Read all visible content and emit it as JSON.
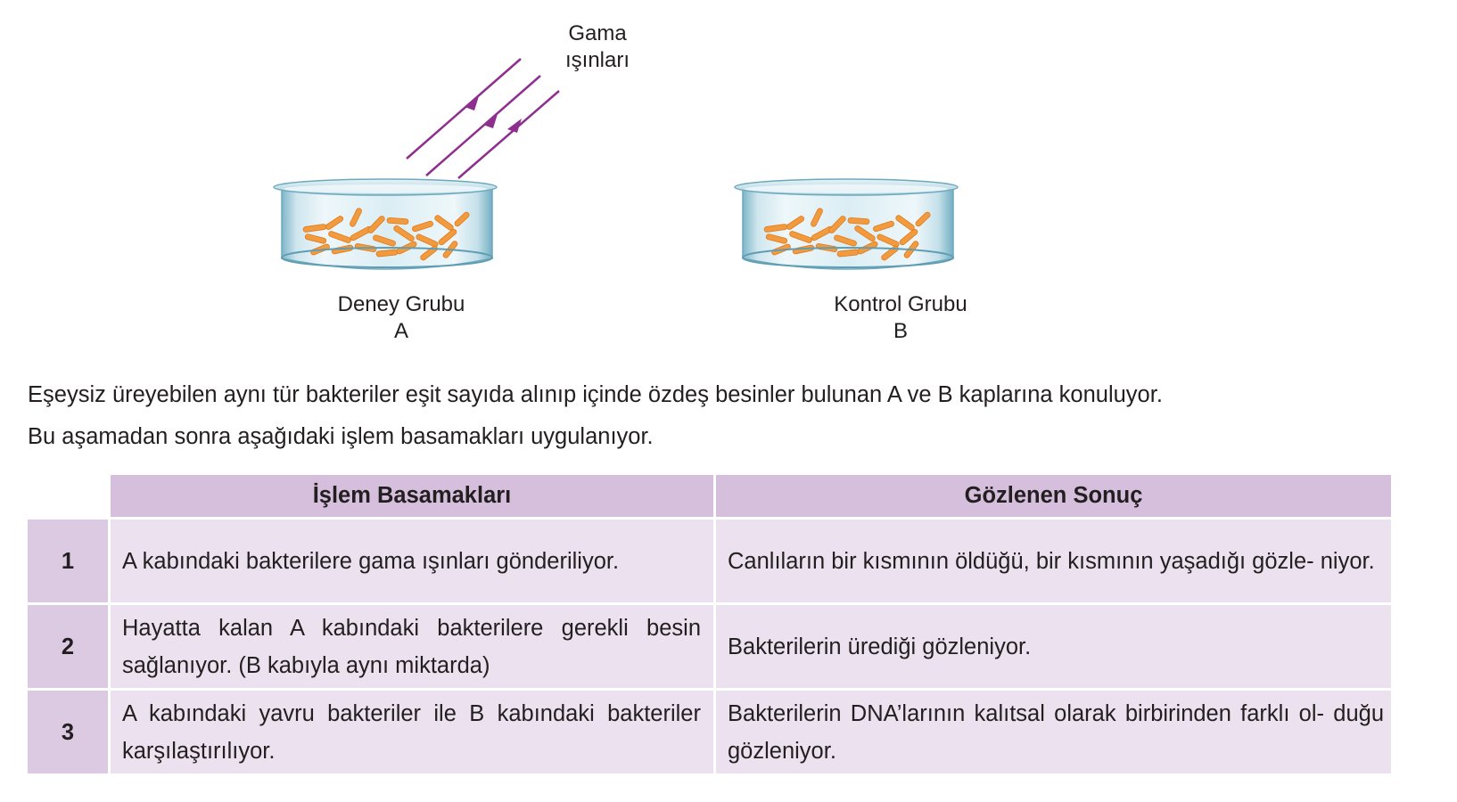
{
  "figure": {
    "radiation_label_line1": "Gama",
    "radiation_label_line2": "ışınları",
    "dish_a_label_line1": "Deney Grubu",
    "dish_a_label_line2": "A",
    "dish_b_label_line1": "Kontrol Grubu",
    "dish_b_label_line2": "B",
    "colors": {
      "arrow": "#8e2e8e",
      "dish_glass": "#7fb6c8",
      "bacteria": "#f29a3e"
    }
  },
  "intro": {
    "line1": "Eşeysiz üreyebilen aynı tür bakteriler eşit sayıda alınıp içinde özdeş besinler bulunan A ve B kaplarına konuluyor.",
    "line2": "Bu aşamadan sonra aşağıdaki işlem basamakları uygulanıyor."
  },
  "table": {
    "headers": [
      "İşlem Basamakları",
      "Gözlenen Sonuç"
    ],
    "rows": [
      {
        "num": "1",
        "step": "A kabındaki bakterilere gama ışınları gönderiliyor.",
        "result": "Canlıların bir kısmının öldüğü, bir kısmının yaşadığı gözle- niyor."
      },
      {
        "num": "2",
        "step": "Hayatta kalan A kabındaki bakterilere gerekli besin sağlanıyor. (B kabıyla aynı miktarda)",
        "result": "Bakterilerin ürediği gözleniyor."
      },
      {
        "num": "3",
        "step": "A kabındaki yavru bakteriler ile B kabındaki bakteriler karşılaştırılıyor.",
        "result": "Bakterilerin DNA’larının kalıtsal olarak birbirinden farklı ol- duğu gözleniyor."
      }
    ],
    "colors": {
      "header_bg": "#d5bfdd",
      "number_bg": "#dccae3",
      "cell_bg": "#ece2ef"
    }
  }
}
